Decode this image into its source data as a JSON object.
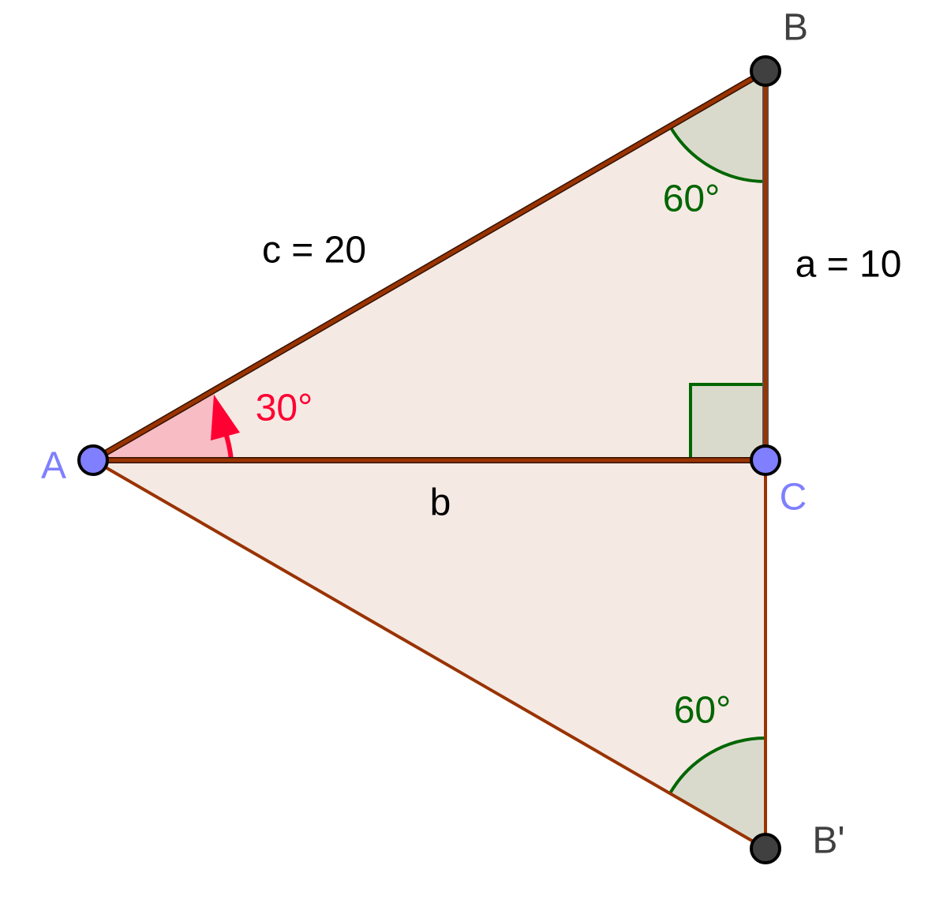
{
  "points": {
    "A": "A",
    "B": "B",
    "C": "C",
    "Bp": "B'"
  },
  "sides": {
    "c": "c = 20",
    "a": "a = 10",
    "b": "b"
  },
  "angles": {
    "A": "30°",
    "B": "60°",
    "Bp": "60°"
  },
  "colors": {
    "fill": "#f5e9e4",
    "edge": "#993300",
    "free_point": "#7f7fff",
    "dep_point": "#404040",
    "angle_green": "#006600",
    "angle_red": "#ff0033",
    "angle_fill": "#dadacc"
  }
}
